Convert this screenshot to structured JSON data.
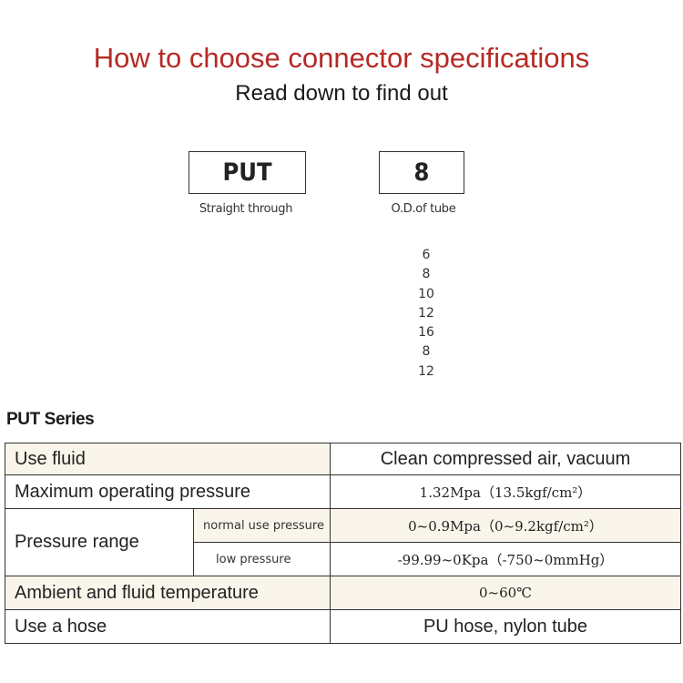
{
  "header": {
    "title": "How to choose connector specifications",
    "subtitle": "Read down to find out"
  },
  "code": {
    "series_code": "PUT",
    "series_label": "Straight through",
    "size_code": "8",
    "size_label": "O.D.of tube",
    "sizes": [
      "6",
      "8",
      "10",
      "12",
      "16",
      "8",
      "12"
    ]
  },
  "spec": {
    "heading": "PUT Series",
    "rows": {
      "fluid": {
        "label": "Use fluid",
        "value": "Clean compressed air, vacuum"
      },
      "max_pressure": {
        "label": "Maximum operating pressure",
        "value": "1.32Mpa（13.5kgf/cm²）"
      },
      "pressure_range": {
        "label": "Pressure range",
        "normal_label": "normal use pressure",
        "normal_value": "0~0.9Mpa（0~9.2kgf/cm²）",
        "low_label": "low pressure",
        "low_value": "-99.99~0Kpa（-750~0mmHg）"
      },
      "temperature": {
        "label": "Ambient and fluid temperature",
        "value": "0~60℃"
      },
      "hose": {
        "label": "Use a hose",
        "value": "PU hose, nylon tube"
      }
    }
  }
}
